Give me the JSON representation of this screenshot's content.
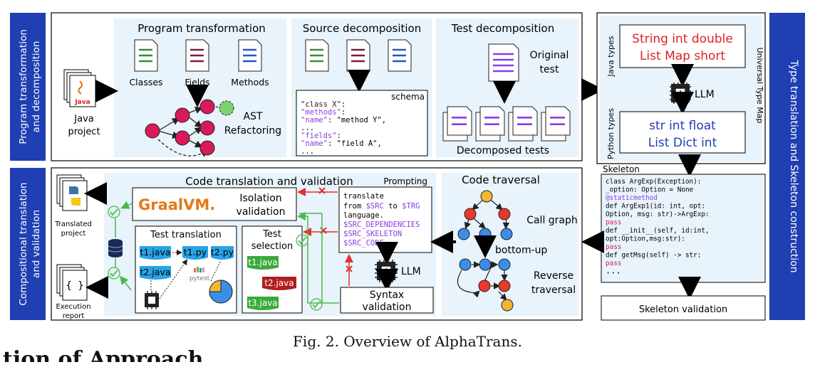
{
  "colors": {
    "sidebar_blue": "#1f3fb3",
    "panel_light": "#e8f3fb",
    "doc_green": "#3a8a3a",
    "doc_red": "#7b1d3a",
    "doc_blue": "#2255cc",
    "doc_purple": "#8a3ee0",
    "node_red": "#d8195a",
    "node_blue": "#3a8ee6",
    "node_red2": "#e83a2a",
    "node_yellow": "#f2b632",
    "node_green_dashed": "#7bd36a",
    "java_types_red": "#e02020",
    "python_types_blue": "#1f3fb3",
    "chip_tag_blue": "#29a3e6",
    "chip_tag_green": "#3aaa3a",
    "chip_tag_red": "#b01e1e",
    "cross_red": "#e53030",
    "check_green": "#5cc05c"
  },
  "left_labels": {
    "top_line1": "Program transformation",
    "top_line2": "and decomposition",
    "bottom_line1": "Compositional translation",
    "bottom_line2": "and validation"
  },
  "right_label": "Type translation and Skeleton construction",
  "top_panel": {
    "java_project_line1": "Java",
    "java_project_line2": "project",
    "java_icon_text": "Java",
    "program_transformation": "Program transformation",
    "classes": "Classes",
    "fields": "Fields",
    "methods": "Methods",
    "ast_line1": "AST",
    "ast_line2": "Refactoring",
    "source_decomposition": "Source decomposition",
    "schema": "schema",
    "schema_lines": [
      "\"class X\":",
      "  \"methods\":",
      "    \"name\": \"method Y\",",
      "    ...",
      "  \"fields\":",
      "    \"name\": \"field A\",",
      "    ..."
    ],
    "test_decomposition": "Test decomposition",
    "original_test_line1": "Original",
    "original_test_line2": "test",
    "decomposed_tests": "Decomposed tests"
  },
  "type_panel": {
    "java_types": "Java types",
    "python_types": "Python types",
    "universal_type_map": "Universal Type Map",
    "java_line1": "String int double",
    "java_line2": "List Map short",
    "python_line1": "str int float",
    "python_line2": "List Dict int",
    "llm": "LLM",
    "skeleton": "Skeleton",
    "skeleton_code": [
      "class ArgExp(Exception):",
      "  _option: Option = None",
      "  @staticmethod",
      "  def ArgExp1(id: int, opt:",
      "         Option, msg: str)->ArgExp:",
      "    pass",
      "  def __init__(self, id:int,",
      "         opt:Option,msg:str):",
      "    pass",
      "   def getMsg(self) -> str:",
      "    pass",
      "..."
    ],
    "skeleton_validation": "Skeleton validation"
  },
  "bottom_panel": {
    "translated_project_line1": "Translated",
    "translated_project_line2": "project",
    "execution_report_line1": "Execution",
    "execution_report_line2": "report",
    "braces": "{ }",
    "code_translation_validation": "Code translation and validation",
    "graalvm": "GraalVM.",
    "isolation_line1": "Isolation",
    "isolation_line2": "validation",
    "test_translation": "Test translation",
    "t1_java": "t1.java",
    "t2_java": "t2.java",
    "t1_py": "t1.py",
    "t2_py": "t2.py",
    "pytest": "pytest",
    "test_selection_line1": "Test",
    "test_selection_line2": "selection",
    "sel_t1": "t1.java",
    "sel_t2": "t2.java",
    "sel_t3": "t3.java",
    "prompting": "Prompting",
    "prompt_line1": "translate",
    "prompt_from": "from ",
    "prompt_src": "$SRC",
    "prompt_to": " to ",
    "prompt_trg": "$TRG",
    "prompt_language": " language.",
    "prompt_dep": "$SRC_DEPENDENCIES",
    "prompt_skel": "$SRC_SKELETON",
    "prompt_code": "$SRC_CODE",
    "llm": "LLM",
    "syntax_line1": "Syntax",
    "syntax_line2": "validation",
    "code_traversal": "Code traversal",
    "call_graph": "Call graph",
    "bottom_up": "bottom-up",
    "reverse_line1": "Reverse",
    "reverse_line2": "traversal"
  },
  "caption": "Fig. 2.  Overview of AlphaTrans.",
  "partial_heading": "tion of Approach"
}
